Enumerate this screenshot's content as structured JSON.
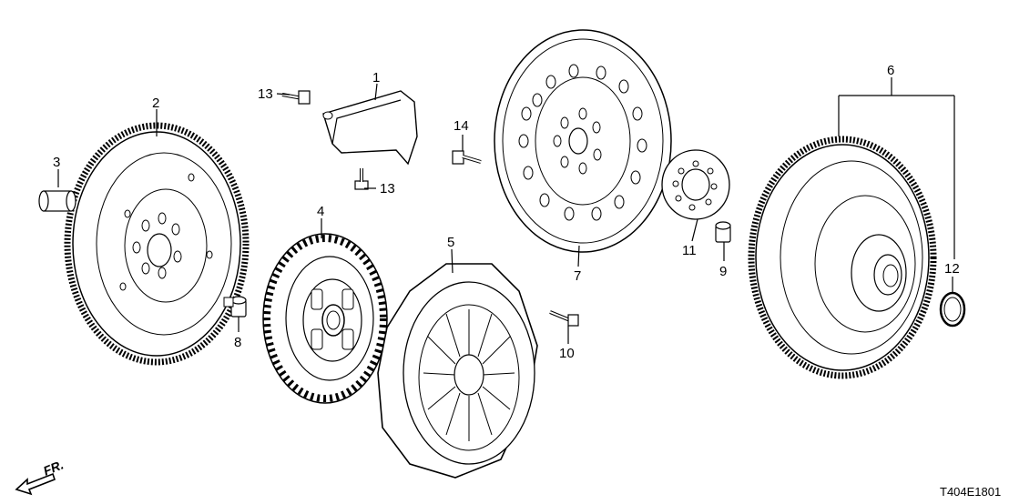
{
  "diagram": {
    "code": "T404E1801",
    "direction": "FR.",
    "callouts": [
      "1",
      "2",
      "3",
      "4",
      "5",
      "6",
      "7",
      "8",
      "9",
      "10",
      "11",
      "12",
      "13",
      "13",
      "14"
    ]
  }
}
